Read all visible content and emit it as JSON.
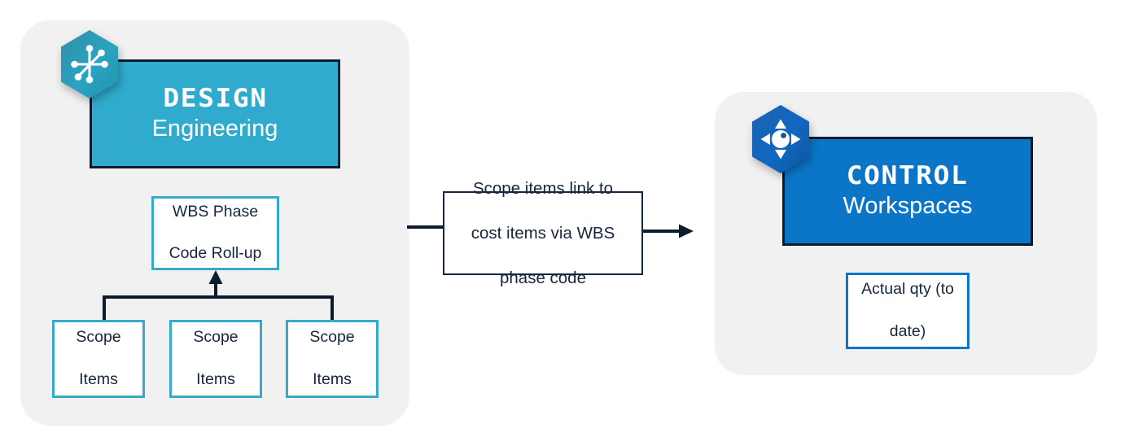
{
  "diagram": {
    "title": "Design to Control scope-to-cost linkage",
    "type": "flow-diagram"
  },
  "colors": {
    "panel_background": "#f1f1f1",
    "design_teal": "#31abcd",
    "design_hex_teal": "#2a9bb8",
    "control_blue": "#0b76c8",
    "control_hex_blue": "#1462ad",
    "outline_navy": "#17263c",
    "box_border_teal": "#36abc9",
    "page_background": "#ffffff"
  },
  "design_panel": {
    "icon_name": "design-node-hexagon-icon",
    "product_name": "DESIGN",
    "product_subtitle": "Engineering",
    "wbs_box": {
      "line1": "WBS Phase",
      "line2": "Code Roll-up"
    },
    "scope_boxes": [
      {
        "line1": "Scope",
        "line2": "Items"
      },
      {
        "line1": "Scope",
        "line2": "Items"
      },
      {
        "line1": "Scope",
        "line2": "Items"
      }
    ]
  },
  "connector": {
    "label_line1": "Scope items link to",
    "label_line2": "cost items via WBS",
    "label_line3": "phase code",
    "arrow_direction": "right"
  },
  "control_panel": {
    "icon_name": "control-dpad-hexagon-icon",
    "product_name": "CONTROL",
    "product_subtitle": "Workspaces",
    "actual_box": {
      "line1": "Actual qty (to",
      "line2": "date)"
    }
  }
}
